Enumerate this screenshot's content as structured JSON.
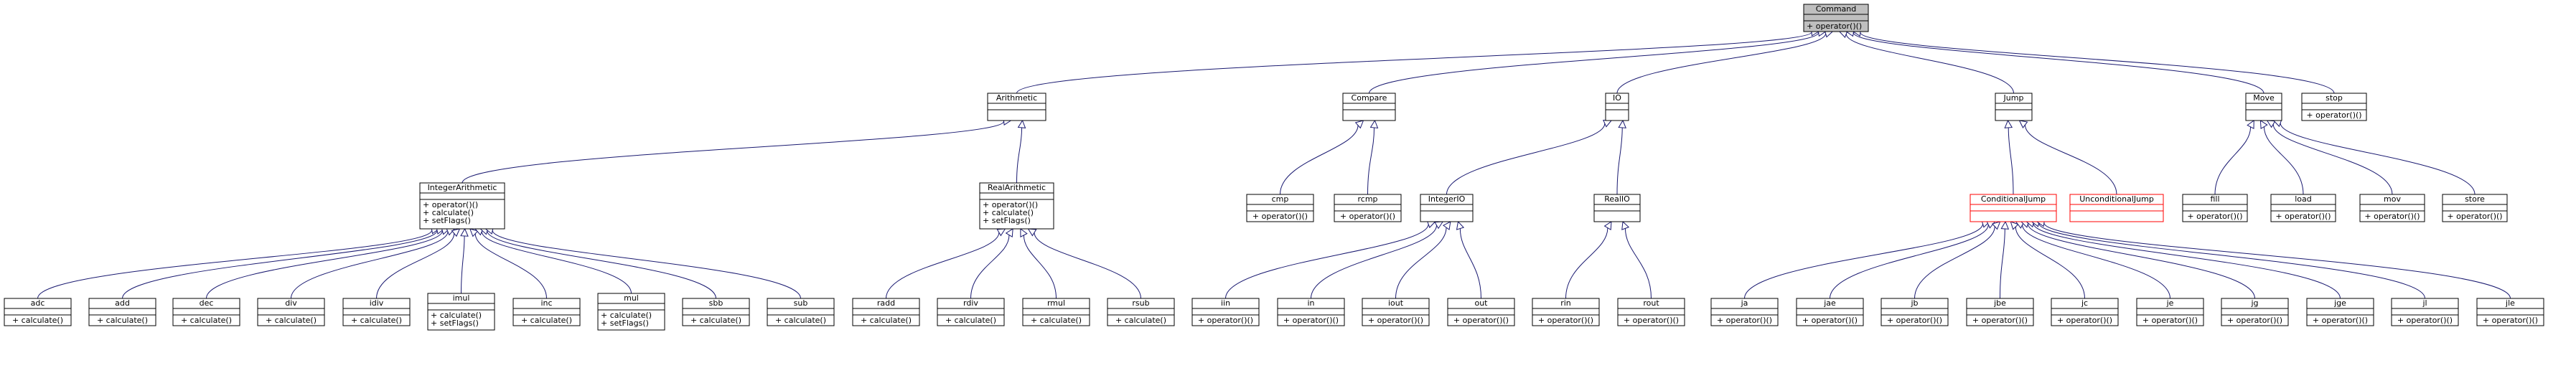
{
  "colors": {
    "edge": "#191970",
    "root_fill": "#bfbfbf",
    "box_border": "#000000",
    "undocumented_border": "#ff0000",
    "background": "#ffffff"
  },
  "classes": [
    {
      "id": "Command",
      "name": "Command",
      "methods": [
        "+ operator()()"
      ],
      "root": true
    },
    {
      "id": "Arithmetic",
      "name": "Arithmetic",
      "methods": []
    },
    {
      "id": "Compare",
      "name": "Compare",
      "methods": []
    },
    {
      "id": "IO",
      "name": "IO",
      "methods": []
    },
    {
      "id": "Jump",
      "name": "Jump",
      "methods": []
    },
    {
      "id": "Move",
      "name": "Move",
      "methods": []
    },
    {
      "id": "stop",
      "name": "stop",
      "methods": [
        "+ operator()()"
      ]
    },
    {
      "id": "IntegerArithmetic",
      "name": "IntegerArithmetic",
      "methods": [
        "+ operator()()",
        "+ calculate()",
        "+ setFlags()"
      ]
    },
    {
      "id": "RealArithmetic",
      "name": "RealArithmetic",
      "methods": [
        "+ operator()()",
        "+ calculate()",
        "+ setFlags()"
      ]
    },
    {
      "id": "cmp",
      "name": "cmp",
      "methods": [
        "+ operator()()"
      ]
    },
    {
      "id": "rcmp",
      "name": "rcmp",
      "methods": [
        "+ operator()()"
      ]
    },
    {
      "id": "IntegerIO",
      "name": "IntegerIO",
      "methods": []
    },
    {
      "id": "RealIO",
      "name": "RealIO",
      "methods": []
    },
    {
      "id": "ConditionalJump",
      "name": "ConditionalJump",
      "methods": [],
      "undocumented": true
    },
    {
      "id": "UnconditionalJump",
      "name": "UnconditionalJump",
      "methods": [],
      "undocumented": true
    },
    {
      "id": "fill",
      "name": "fill",
      "methods": [
        "+ operator()()"
      ]
    },
    {
      "id": "load",
      "name": "load",
      "methods": [
        "+ operator()()"
      ]
    },
    {
      "id": "mov",
      "name": "mov",
      "methods": [
        "+ operator()()"
      ]
    },
    {
      "id": "store",
      "name": "store",
      "methods": [
        "+ operator()()"
      ]
    },
    {
      "id": "adc",
      "name": "adc",
      "methods": [
        "+ calculate()"
      ]
    },
    {
      "id": "add",
      "name": "add",
      "methods": [
        "+ calculate()"
      ]
    },
    {
      "id": "dec",
      "name": "dec",
      "methods": [
        "+ calculate()"
      ]
    },
    {
      "id": "div",
      "name": "div",
      "methods": [
        "+ calculate()"
      ]
    },
    {
      "id": "idiv",
      "name": "idiv",
      "methods": [
        "+ calculate()"
      ]
    },
    {
      "id": "imul",
      "name": "imul",
      "methods": [
        "+ calculate()",
        "+ setFlags()"
      ]
    },
    {
      "id": "inc",
      "name": "inc",
      "methods": [
        "+ calculate()"
      ]
    },
    {
      "id": "mul",
      "name": "mul",
      "methods": [
        "+ calculate()",
        "+ setFlags()"
      ]
    },
    {
      "id": "sbb",
      "name": "sbb",
      "methods": [
        "+ calculate()"
      ]
    },
    {
      "id": "sub",
      "name": "sub",
      "methods": [
        "+ calculate()"
      ]
    },
    {
      "id": "radd",
      "name": "radd",
      "methods": [
        "+ calculate()"
      ]
    },
    {
      "id": "rdiv",
      "name": "rdiv",
      "methods": [
        "+ calculate()"
      ]
    },
    {
      "id": "rmul",
      "name": "rmul",
      "methods": [
        "+ calculate()"
      ]
    },
    {
      "id": "rsub",
      "name": "rsub",
      "methods": [
        "+ calculate()"
      ]
    },
    {
      "id": "iin",
      "name": "iin",
      "methods": [
        "+ operator()()"
      ]
    },
    {
      "id": "in",
      "name": "in",
      "methods": [
        "+ operator()()"
      ]
    },
    {
      "id": "iout",
      "name": "iout",
      "methods": [
        "+ operator()()"
      ]
    },
    {
      "id": "out",
      "name": "out",
      "methods": [
        "+ operator()()"
      ]
    },
    {
      "id": "rin",
      "name": "rin",
      "methods": [
        "+ operator()()"
      ]
    },
    {
      "id": "rout",
      "name": "rout",
      "methods": [
        "+ operator()()"
      ]
    },
    {
      "id": "ja",
      "name": "ja",
      "methods": [
        "+ operator()()"
      ]
    },
    {
      "id": "jae",
      "name": "jae",
      "methods": [
        "+ operator()()"
      ]
    },
    {
      "id": "jb",
      "name": "jb",
      "methods": [
        "+ operator()()"
      ]
    },
    {
      "id": "jbe",
      "name": "jbe",
      "methods": [
        "+ operator()()"
      ]
    },
    {
      "id": "jc",
      "name": "jc",
      "methods": [
        "+ operator()()"
      ]
    },
    {
      "id": "je",
      "name": "je",
      "methods": [
        "+ operator()()"
      ]
    },
    {
      "id": "jg",
      "name": "jg",
      "methods": [
        "+ operator()()"
      ]
    },
    {
      "id": "jge",
      "name": "jge",
      "methods": [
        "+ operator()()"
      ]
    },
    {
      "id": "jl",
      "name": "jl",
      "methods": [
        "+ operator()()"
      ]
    },
    {
      "id": "jle",
      "name": "jle",
      "methods": [
        "+ operator()()"
      ]
    }
  ],
  "inheritance": [
    [
      "Arithmetic",
      "Command"
    ],
    [
      "Compare",
      "Command"
    ],
    [
      "IO",
      "Command"
    ],
    [
      "Jump",
      "Command"
    ],
    [
      "Move",
      "Command"
    ],
    [
      "stop",
      "Command"
    ],
    [
      "IntegerArithmetic",
      "Arithmetic"
    ],
    [
      "RealArithmetic",
      "Arithmetic"
    ],
    [
      "cmp",
      "Compare"
    ],
    [
      "rcmp",
      "Compare"
    ],
    [
      "IntegerIO",
      "IO"
    ],
    [
      "RealIO",
      "IO"
    ],
    [
      "ConditionalJump",
      "Jump"
    ],
    [
      "UnconditionalJump",
      "Jump"
    ],
    [
      "fill",
      "Move"
    ],
    [
      "load",
      "Move"
    ],
    [
      "mov",
      "Move"
    ],
    [
      "store",
      "Move"
    ],
    [
      "adc",
      "IntegerArithmetic"
    ],
    [
      "add",
      "IntegerArithmetic"
    ],
    [
      "dec",
      "IntegerArithmetic"
    ],
    [
      "div",
      "IntegerArithmetic"
    ],
    [
      "idiv",
      "IntegerArithmetic"
    ],
    [
      "imul",
      "IntegerArithmetic"
    ],
    [
      "inc",
      "IntegerArithmetic"
    ],
    [
      "mul",
      "IntegerArithmetic"
    ],
    [
      "sbb",
      "IntegerArithmetic"
    ],
    [
      "sub",
      "IntegerArithmetic"
    ],
    [
      "radd",
      "RealArithmetic"
    ],
    [
      "rdiv",
      "RealArithmetic"
    ],
    [
      "rmul",
      "RealArithmetic"
    ],
    [
      "rsub",
      "RealArithmetic"
    ],
    [
      "iin",
      "IntegerIO"
    ],
    [
      "in",
      "IntegerIO"
    ],
    [
      "iout",
      "IntegerIO"
    ],
    [
      "out",
      "IntegerIO"
    ],
    [
      "rin",
      "RealIO"
    ],
    [
      "rout",
      "RealIO"
    ],
    [
      "ja",
      "ConditionalJump"
    ],
    [
      "jae",
      "ConditionalJump"
    ],
    [
      "jb",
      "ConditionalJump"
    ],
    [
      "jbe",
      "ConditionalJump"
    ],
    [
      "jc",
      "ConditionalJump"
    ],
    [
      "je",
      "ConditionalJump"
    ],
    [
      "jg",
      "ConditionalJump"
    ],
    [
      "jge",
      "ConditionalJump"
    ],
    [
      "jl",
      "ConditionalJump"
    ],
    [
      "jle",
      "ConditionalJump"
    ]
  ]
}
